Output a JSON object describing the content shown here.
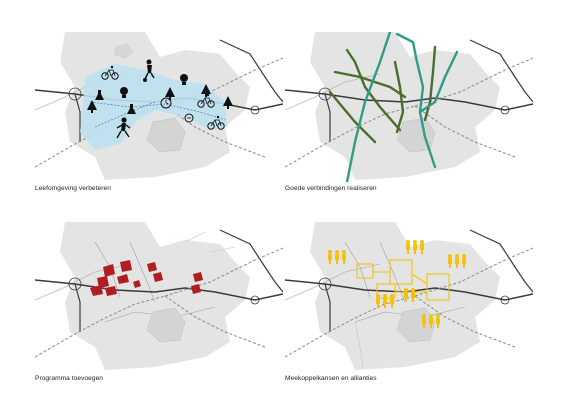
{
  "panels": [
    {
      "id": "p1",
      "caption": "Leefomgeving verbeteren",
      "theme": "quality-of-life",
      "icons": [
        "cyclist-icon",
        "football-icon",
        "lightbulb-icon",
        "tree-icon",
        "stopwatch-icon",
        "flask-icon",
        "runner-icon",
        "bench-icon"
      ]
    },
    {
      "id": "p2",
      "caption": "Goede verbindingen realiseren",
      "theme": "connections"
    },
    {
      "id": "p3",
      "caption": "Programma toevoegen",
      "theme": "program"
    },
    {
      "id": "p4",
      "caption": "Meekoppelkansen en allianties",
      "theme": "alliances"
    }
  ],
  "colors": {
    "land": "#e4e4e4",
    "road": "#3a3a3a",
    "rail": "#8a8a8a",
    "water": "#bde0ef",
    "green-route": "#4a6e2c",
    "teal-route": "#2f9c84",
    "program": "#b01e23",
    "alliance": "#f2c20f"
  }
}
